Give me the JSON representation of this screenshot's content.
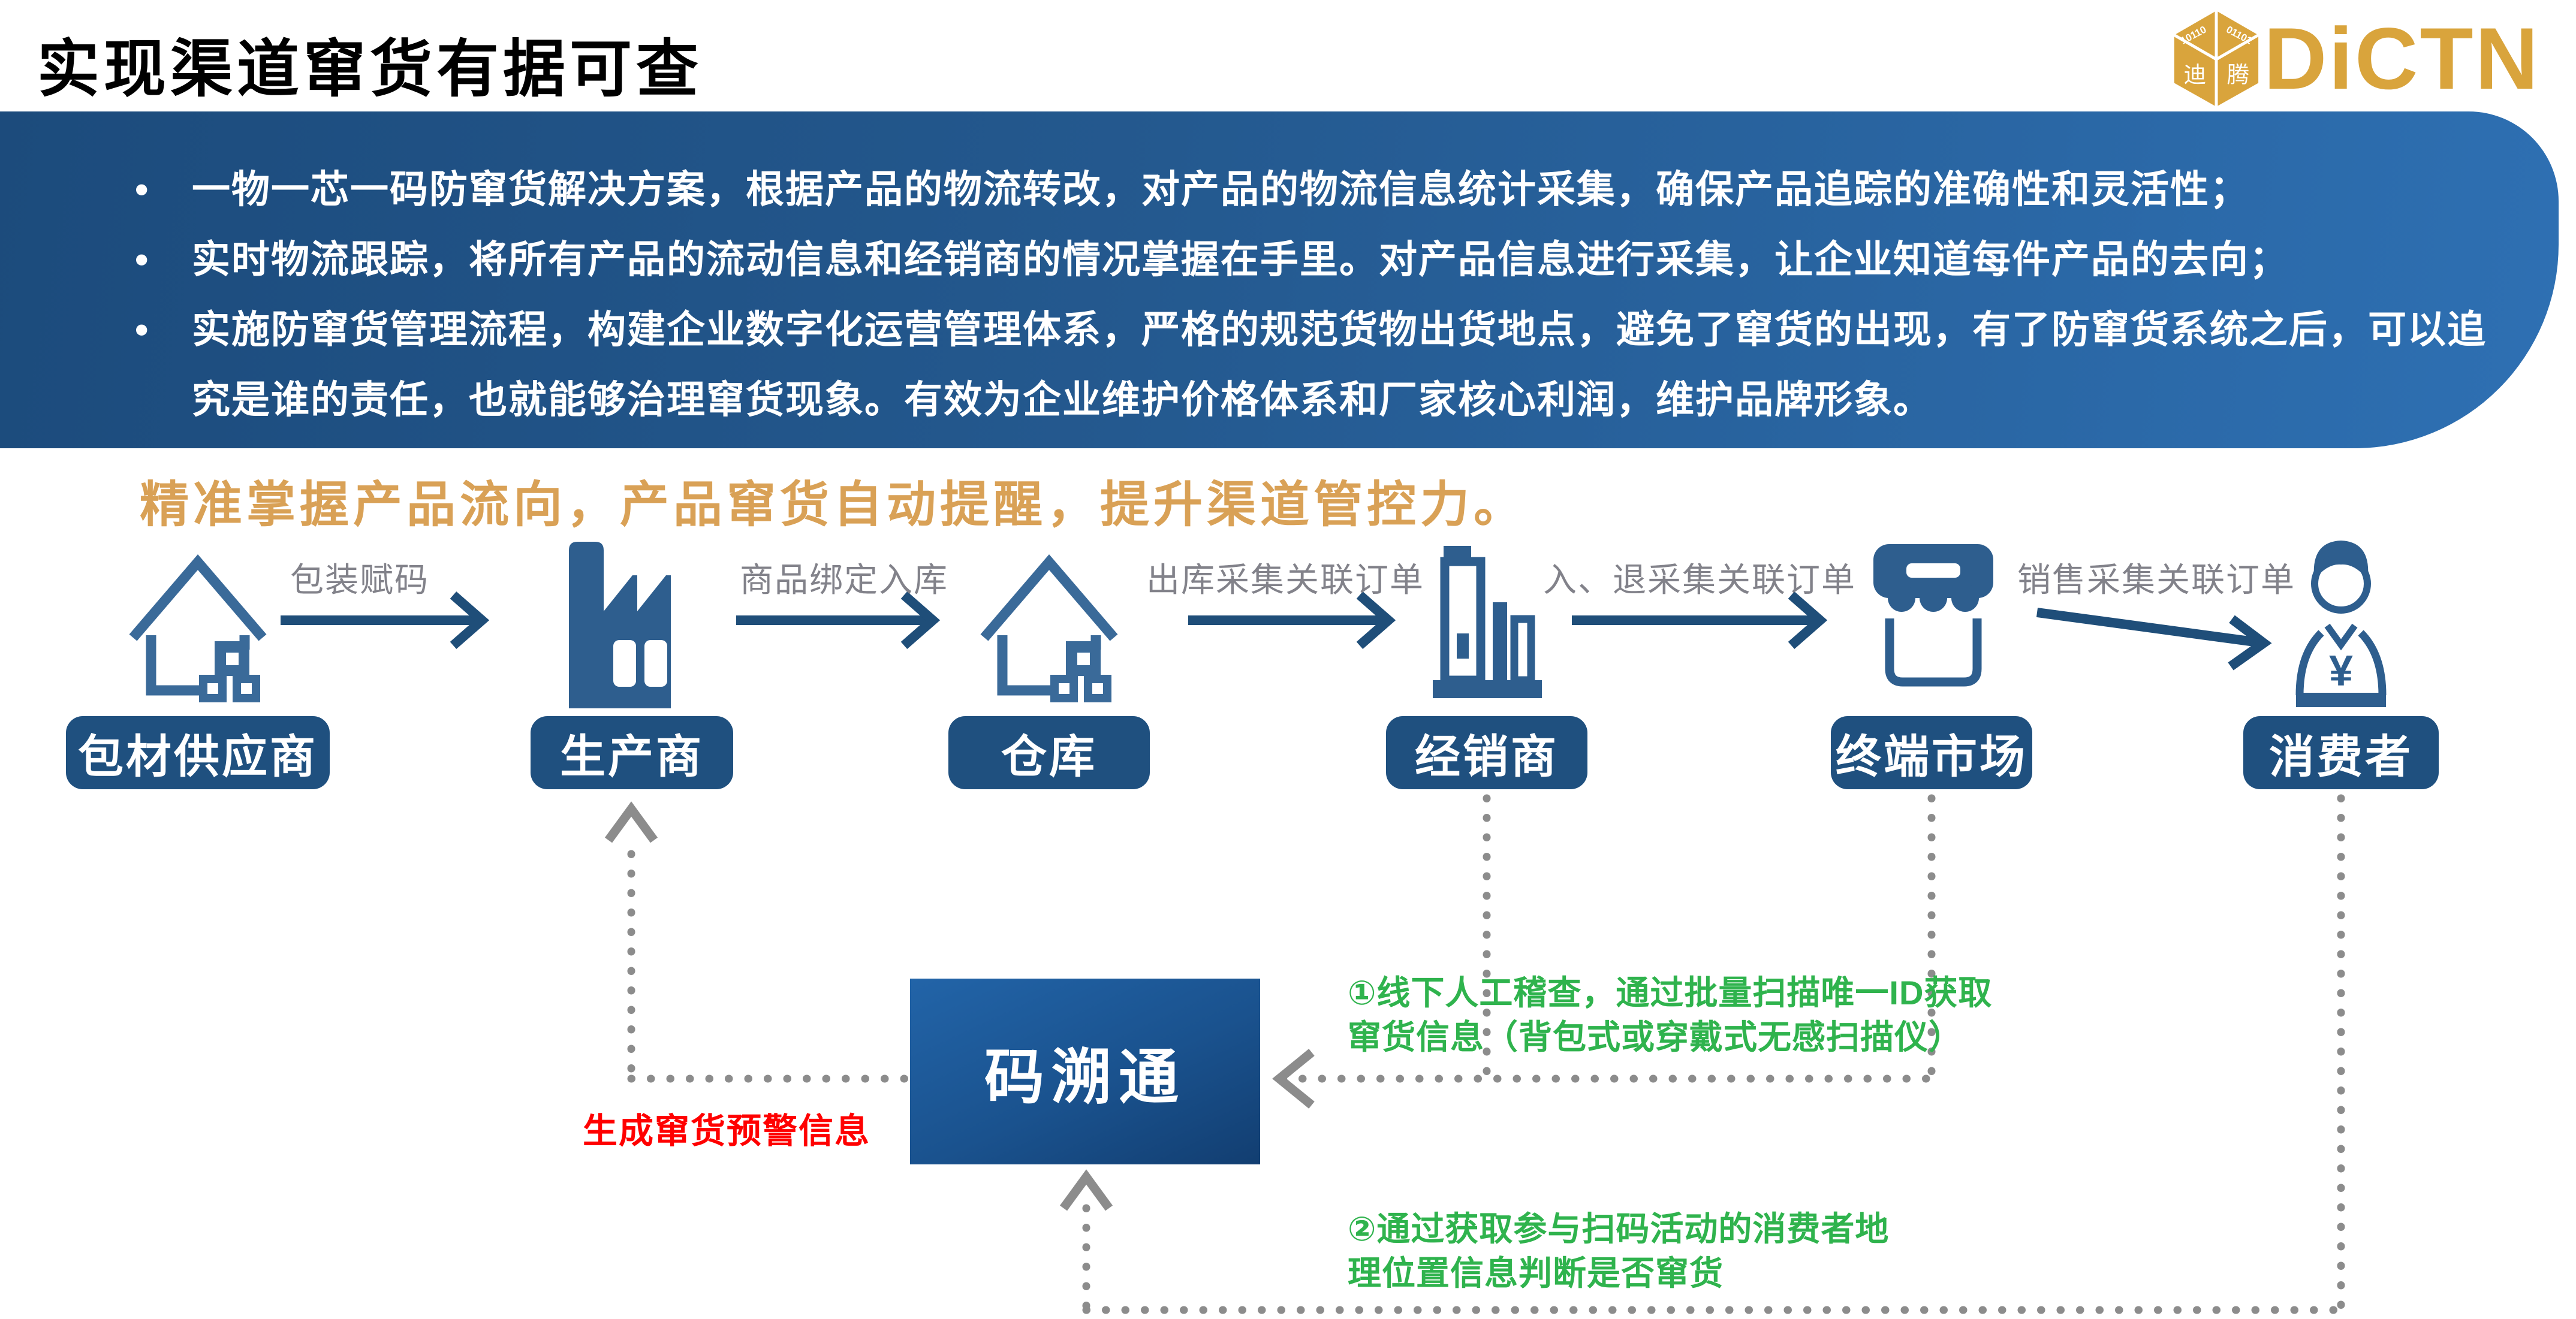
{
  "page": {
    "title": "实现渠道窜货有据可查"
  },
  "logo": {
    "brand": "DiCTN",
    "cube_char_left": "迪",
    "cube_char_right": "腾",
    "cube_binary_left": "10110",
    "cube_binary_right": "01101"
  },
  "banner": {
    "bullets": [
      "一物一芯一码防窜货解决方案，根据产品的物流转改，对产品的物流信息统计采集，确保产品追踪的准确性和灵活性；",
      "实时物流跟踪，将所有产品的流动信息和经销商的情况掌握在手里。对产品信息进行采集，让企业知道每件产品的去向；",
      "实施防窜货管理流程，构建企业数字化运营管理体系，严格的规范货物出货地点，避免了窜货的出现，有了防窜货系统之后，可以追究是谁的责任，也就能够治理窜货现象。有效为企业维护价格体系和厂家核心利润，维护品牌形象。"
    ]
  },
  "subtitle": "精准掌握产品流向，产品窜货自动提醒，提升渠道管控力。",
  "flow": {
    "nodes": [
      {
        "label": "包材供应商",
        "icon": "house-packages-icon"
      },
      {
        "label": "生产商",
        "icon": "factory-icon"
      },
      {
        "label": "仓库",
        "icon": "house-packages-icon"
      },
      {
        "label": "经销商",
        "icon": "office-building-icon"
      },
      {
        "label": "终端市场",
        "icon": "storefront-icon"
      },
      {
        "label": "消费者",
        "icon": "person-yuan-icon"
      }
    ],
    "edges": [
      {
        "label": "包装赋码"
      },
      {
        "label": "商品绑定入库"
      },
      {
        "label": "出库采集关联订单"
      },
      {
        "label": "入、退采集关联订单"
      },
      {
        "label": "销售采集关联订单"
      }
    ]
  },
  "platform": {
    "label": "码溯通"
  },
  "annotations": {
    "warning_red": "生成窜货预警信息",
    "green_note_1_lines": [
      "①线下人工稽查，通过批量扫描唯一ID获取",
      "窜货信息（背包式或穿戴式无感扫描仪）"
    ],
    "green_note_2_lines": [
      "②通过获取参与扫码活动的消费者地",
      "理位置信息判断是否窜货"
    ]
  },
  "icons": {
    "consumer_currency_symbol": "¥"
  },
  "colors": {
    "banner_blue_dark": "#1C4B7C",
    "banner_blue_light": "#2E70B3",
    "node_box_blue": "#1F507F",
    "icon_blue": "#3A6A99",
    "icon_blue_solid": "#2E5E8E",
    "arrow_blue": "#1F4E79",
    "platform_blue": "#123E71",
    "logo_gold": "#D9A43C",
    "subtitle_orange": "#D9A156",
    "note_green": "#2FB34D",
    "warning_red": "#FF0000",
    "connector_gray": "#8C8C8C"
  }
}
